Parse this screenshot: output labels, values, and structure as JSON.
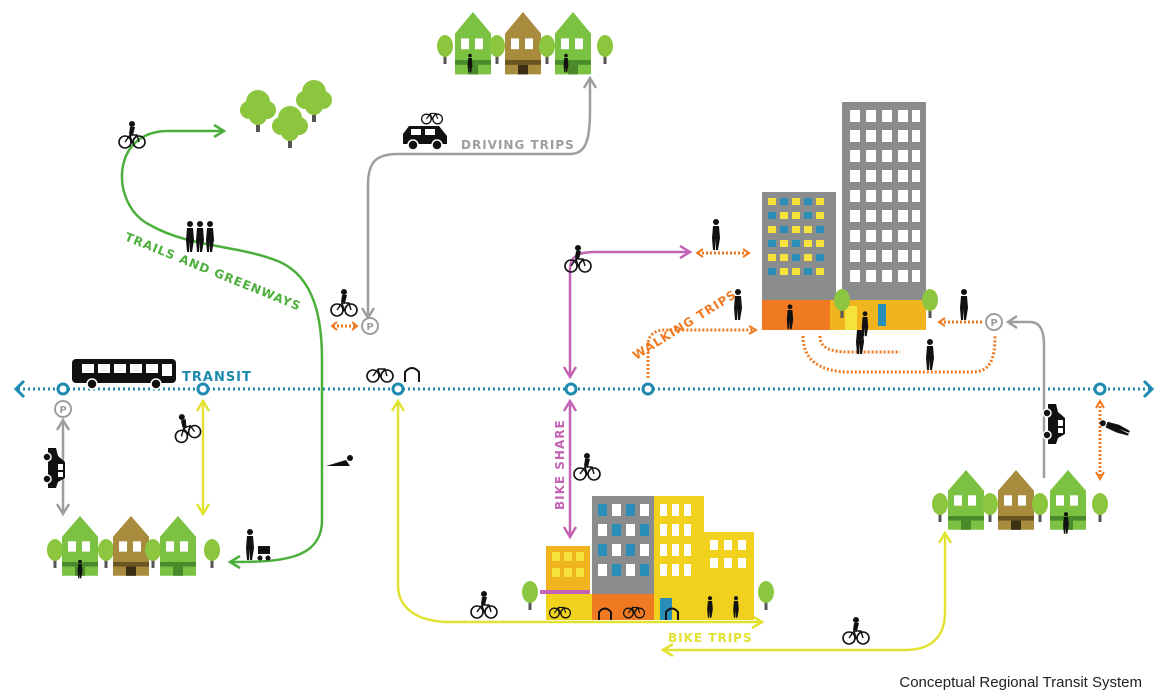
{
  "labels": {
    "transit": "TRANSIT",
    "driving": "DRIVING TRIPS",
    "trails": "TRAILS AND GREENWAYS",
    "walking": "WALKING TRIPS",
    "bike_share": "BIKE SHARE",
    "bike_trips": "BIKE TRIPS",
    "parking": "P"
  },
  "caption": "Conceptual Regional Transit System",
  "colors": {
    "transit": "#1f8ab0",
    "trails": "#4caf3c",
    "driving": "#9e9e9e",
    "walking": "#f07a22",
    "bike_share": "#c464b4",
    "bike_trips": "#e1e232",
    "house_green": "#7cc242",
    "house_olive": "#a88b3c",
    "tree": "#8cc63f",
    "tower": "#8a8c8e",
    "window_blue": "#2a8fb8",
    "window_yellow": "#f5e23a"
  },
  "icons": [
    "bus-icon",
    "car-icon",
    "bicycle-icon",
    "pedestrian-icon",
    "tree-icon",
    "house-icon",
    "parking-icon",
    "bike-rack-icon"
  ]
}
